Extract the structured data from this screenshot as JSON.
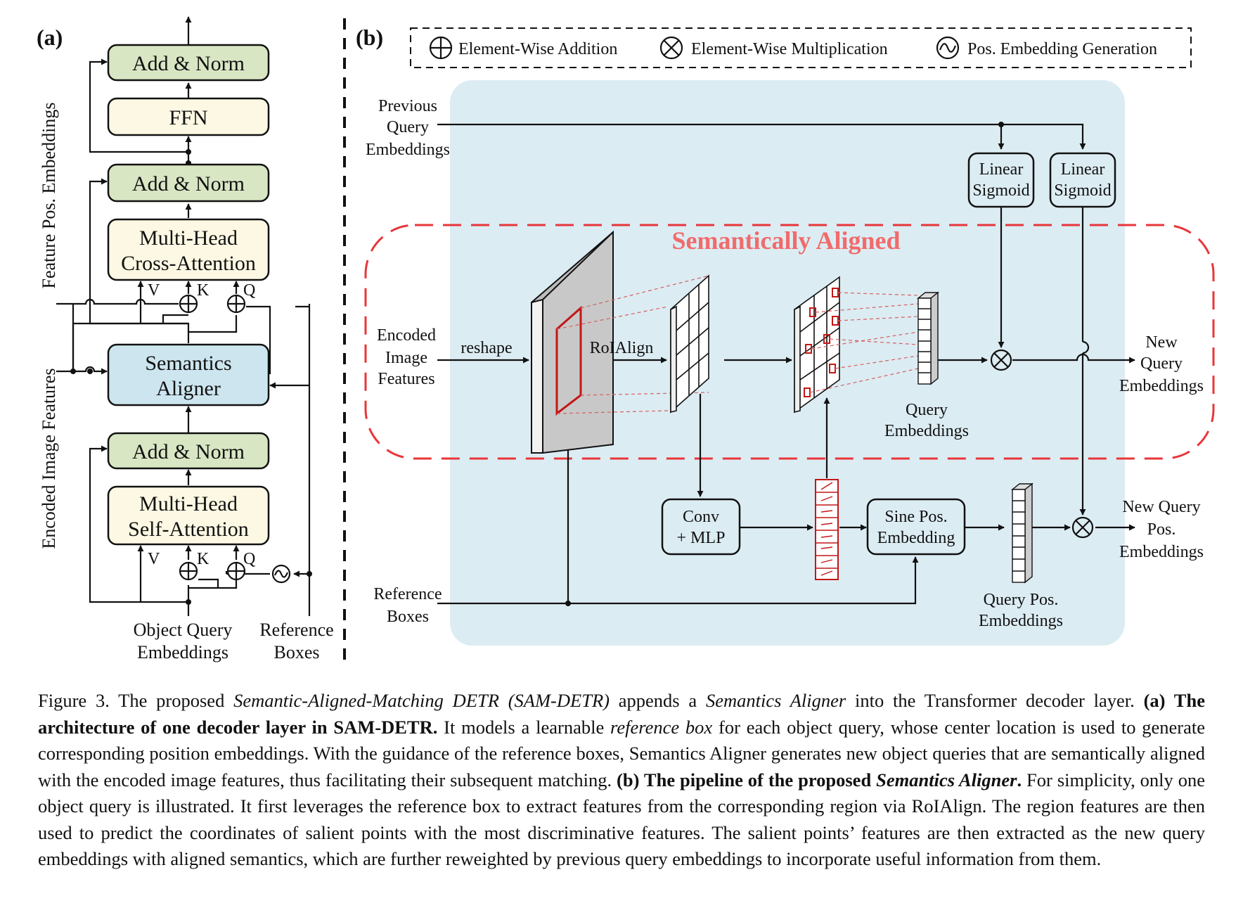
{
  "panel_a": {
    "panel_label": "(a)",
    "boxes": {
      "add_norm_top": "Add & Norm",
      "ffn": "FFN",
      "add_norm_mid": "Add & Norm",
      "cross_attn_l1": "Multi-Head",
      "cross_attn_l2": "Cross-Attention",
      "aligner_l1": "Semantics",
      "aligner_l2": "Aligner",
      "add_norm_bot": "Add & Norm",
      "self_attn_l1": "Multi-Head",
      "self_attn_l2": "Self-Attention"
    },
    "letters": {
      "v1": "V",
      "k1": "K",
      "q1": "Q",
      "v2": "V",
      "k2": "K",
      "q2": "Q"
    },
    "side_labels": {
      "feature_pos": "Feature Pos. Embeddings",
      "encoded": "Encoded Image Features"
    },
    "inputs": {
      "object_query_l1": "Object Query",
      "object_query_l2": "Embeddings",
      "reference_l1": "Reference",
      "reference_l2": "Boxes"
    }
  },
  "panel_b": {
    "panel_label": "(b)",
    "legend": {
      "addition": "Element-Wise Addition",
      "multiplication": "Element-Wise Multiplication",
      "pos_embedding": "Pos. Embedding Generation"
    },
    "region_title": "Semantically Aligned",
    "labels": {
      "prev_query_l1": "Previous",
      "prev_query_l2": "Query",
      "prev_query_l3": "Embeddings",
      "linear1_l1": "Linear",
      "linear1_l2": "Sigmoid",
      "linear2_l1": "Linear",
      "linear2_l2": "Sigmoid",
      "encoded_l1": "Encoded",
      "encoded_l2": "Image",
      "encoded_l3": "Features",
      "reshape": "reshape",
      "roialign": "RoIAlign",
      "query_emb_l1": "Query",
      "query_emb_l2": "Embeddings",
      "new_query_l1": "New",
      "new_query_l2": "Query",
      "new_query_l3": "Embeddings",
      "conv_l1": "Conv",
      "conv_l2": "+ MLP",
      "sine_l1": "Sine Pos.",
      "sine_l2": "Embedding",
      "new_qpos_l1": "New Query",
      "new_qpos_l2": "Pos.",
      "new_qpos_l3": "Embeddings",
      "qpos_l1": "Query Pos.",
      "qpos_l2": "Embeddings",
      "ref_l1": "Reference",
      "ref_l2": "Boxes"
    }
  },
  "caption": {
    "part1": "Figure 3. The proposed ",
    "part2": "Semantic-Aligned-Matching DETR (SAM-DETR)",
    "part3": " appends a ",
    "part4": "Semantics Aligner",
    "part5": " into the Transformer decoder layer. ",
    "part6": "(a) The architecture of one decoder layer in SAM-DETR.",
    "part7": " It models a learnable ",
    "part8": "reference box",
    "part9": " for each object query, whose center location is used to generate corresponding position embeddings. With the guidance of the reference boxes, Semantics Aligner generates new object queries that are semantically aligned with the encoded image features, thus facilitating their subsequent matching. ",
    "part10": "(b) The pipeline of the proposed ",
    "part11": "Semantics Aligner",
    "part12": ".",
    "part13": " For simplicity, only one object query is illustrated. It first leverages the reference box to extract features from the corresponding region via RoIAlign. The region features are then used to predict the coordinates of salient points with the most discriminative features. The salient points’ features are then extracted as the new query embeddings with aligned semantics, which are further reweighted by previous query embeddings to incorporate useful information from them."
  },
  "colors": {
    "green_box": "#d9e6c4",
    "cream_box": "#fdf8e3",
    "blue_box": "#cde5ee",
    "panel_bg": "#dcecf3",
    "accent_red": "#e8363a",
    "title_red": "#f06b6b"
  }
}
